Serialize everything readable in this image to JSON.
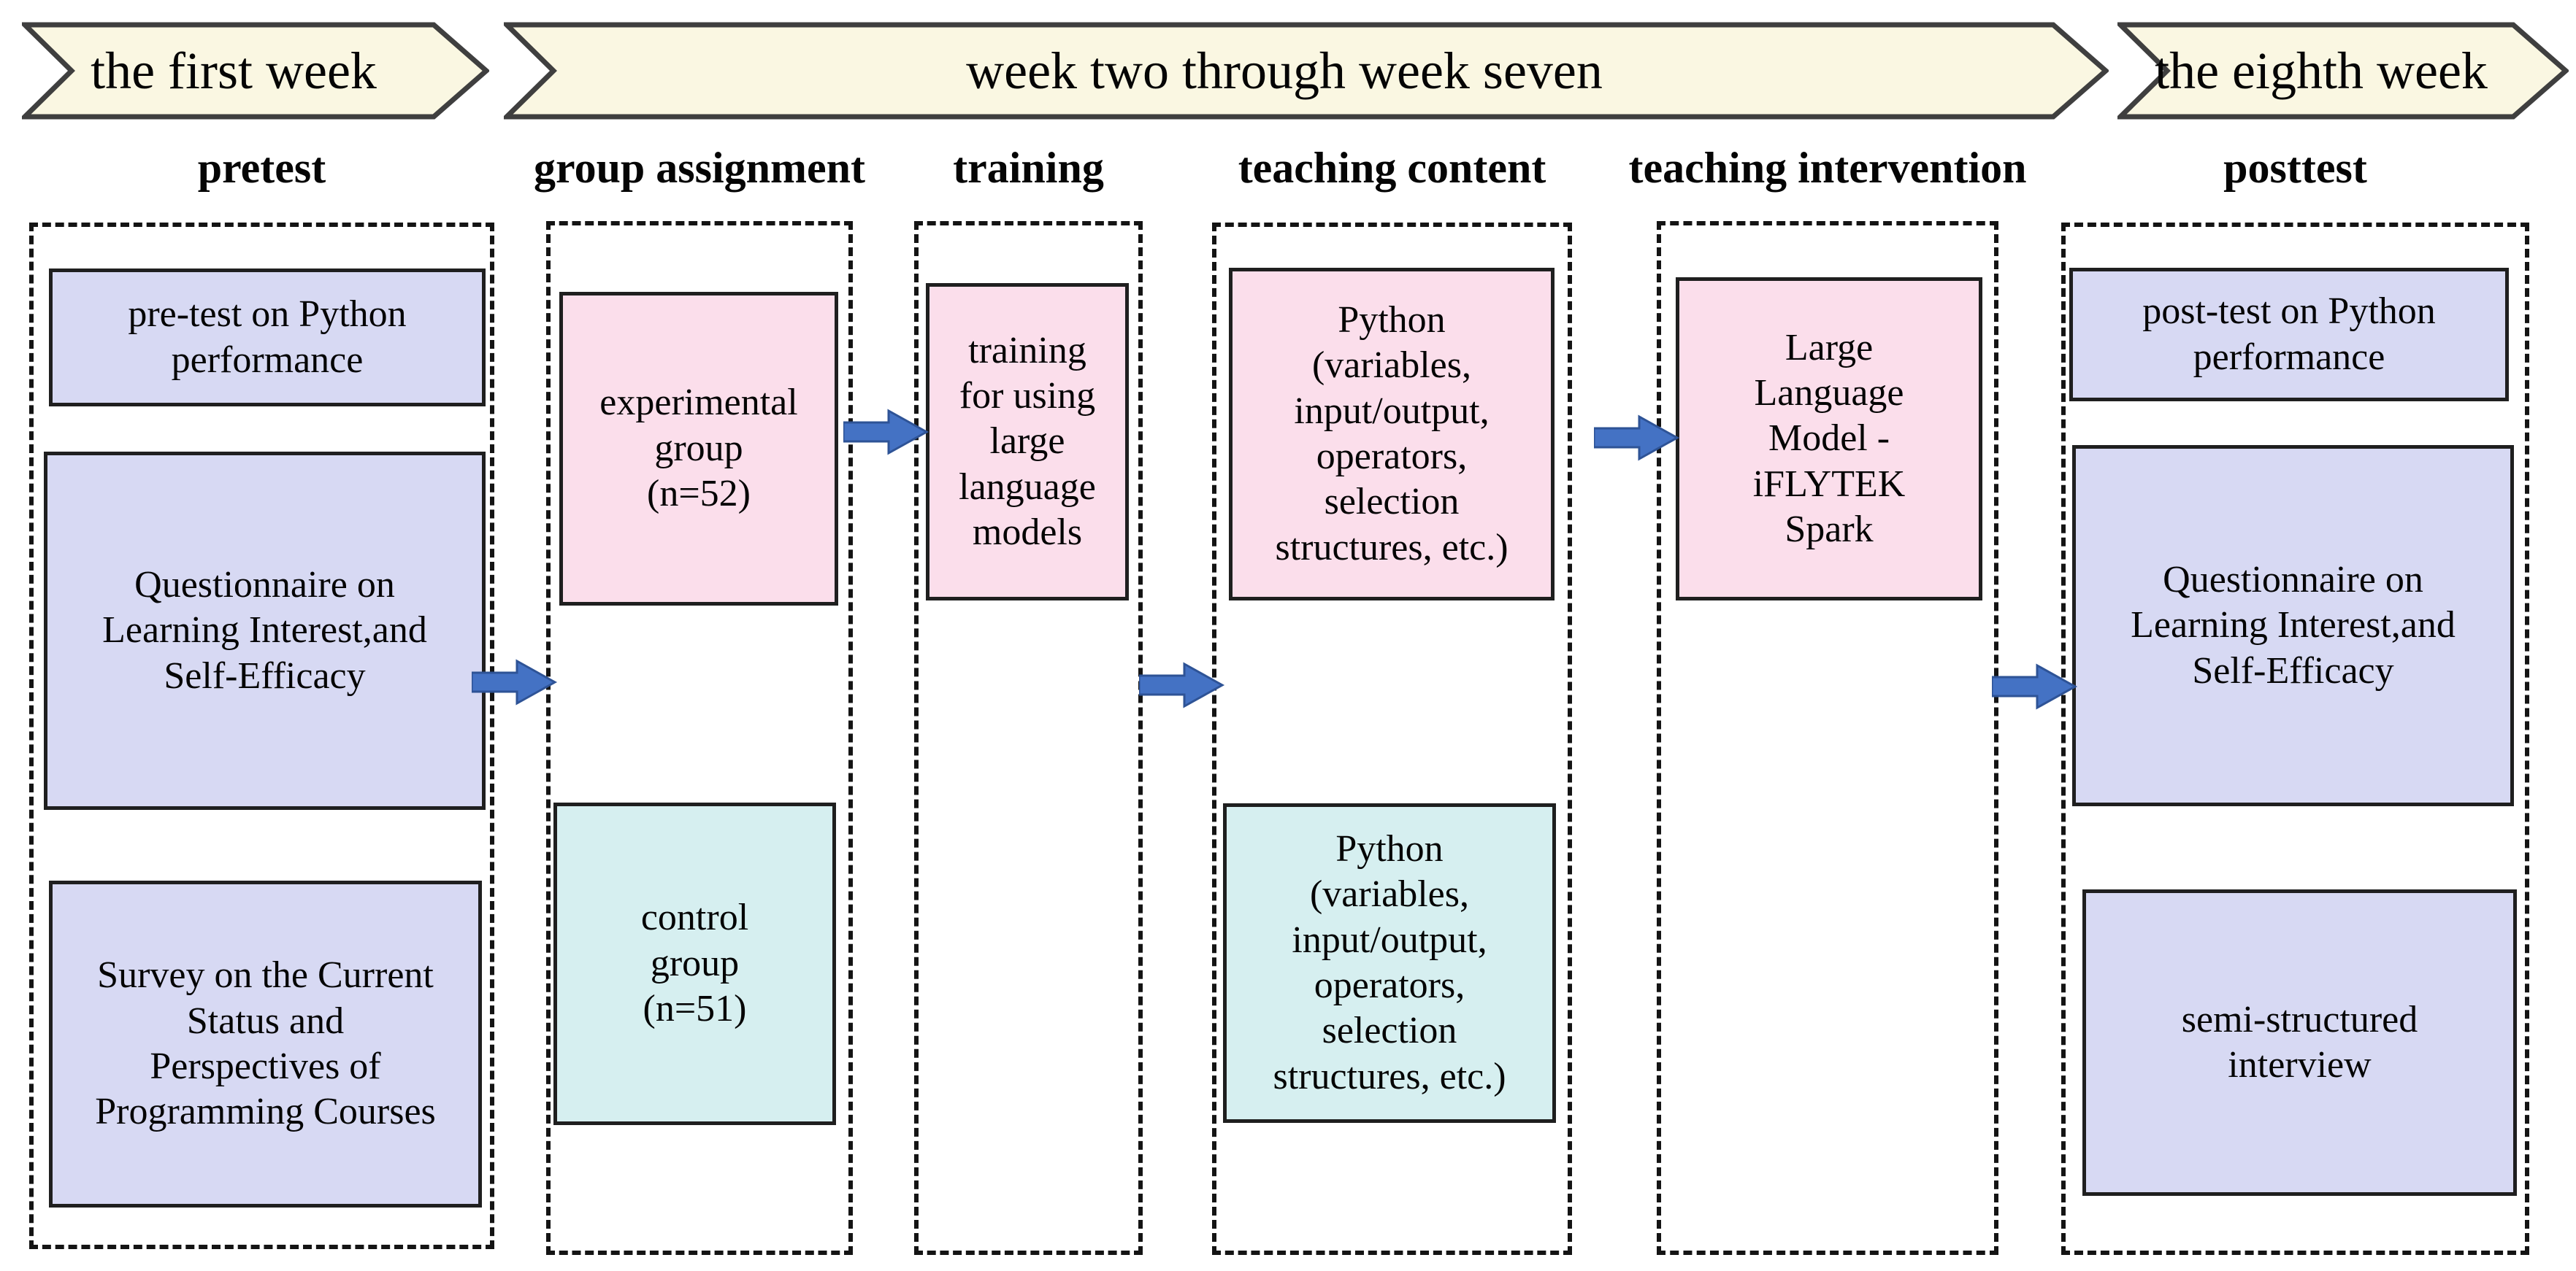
{
  "banners": [
    {
      "label": "the first week"
    },
    {
      "label": "week two through week seven"
    },
    {
      "label": "the eighth week"
    }
  ],
  "columns": [
    {
      "header": "pretest",
      "boxes": [
        {
          "text": "pre-test on Python\nperformance",
          "fill": "#D7D9F3"
        },
        {
          "text": "Questionnaire on\nLearning Interest,and\nSelf-Efficacy",
          "fill": "#D7D9F3"
        },
        {
          "text": "Survey on the Current\nStatus and\nPerspectives of\nProgramming Courses",
          "fill": "#D7D9F3"
        }
      ]
    },
    {
      "header": "group assignment",
      "boxes": [
        {
          "text": "experimental\ngroup\n(n=52)",
          "fill": "#FBDEEB"
        },
        {
          "text": "control\ngroup\n(n=51)",
          "fill": "#D6EFF0"
        }
      ]
    },
    {
      "header": "training",
      "boxes": [
        {
          "text": "training\nfor using\nlarge\nlanguage\nmodels",
          "fill": "#FBDEEB"
        }
      ]
    },
    {
      "header": "teaching content",
      "boxes": [
        {
          "text": "Python\n(variables,\ninput/output,\noperators,\nselection\nstructures, etc.)",
          "fill": "#FBDEEB"
        },
        {
          "text": "Python\n(variables,\ninput/output,\noperators,\nselection\nstructures, etc.)",
          "fill": "#D6EFF0"
        }
      ]
    },
    {
      "header": "teaching intervention",
      "boxes": [
        {
          "text": "Large\nLanguage\nModel -\niFLYTEK\nSpark",
          "fill": "#FBDEEB"
        }
      ]
    },
    {
      "header": "posttest",
      "boxes": [
        {
          "text": "post-test on Python\nperformance",
          "fill": "#D7D9F3"
        },
        {
          "text": "Questionnaire on\nLearning Interest,and\nSelf-Efficacy",
          "fill": "#D7D9F3"
        },
        {
          "text": "semi-structured\ninterview",
          "fill": "#D7D9F3"
        }
      ]
    }
  ],
  "flow_arrows": [
    {
      "from": "pretest",
      "to": "group assignment"
    },
    {
      "from": "experimental group",
      "to": "training"
    },
    {
      "from": "training",
      "to": "teaching content"
    },
    {
      "from": "teaching content",
      "to": "teaching intervention"
    },
    {
      "from": "teaching intervention",
      "to": "posttest"
    }
  ],
  "colors": {
    "banner_fill": "#FAF7E2",
    "banner_border": "#3F3F3F",
    "lavender_box": "#D7D9F3",
    "pink_box": "#FBDEEB",
    "cyan_box": "#D6EFF0",
    "box_border": "#1F1F1F",
    "dashed_border": "#141414",
    "arrow_fill": "#4472C4",
    "text": "#050505"
  }
}
